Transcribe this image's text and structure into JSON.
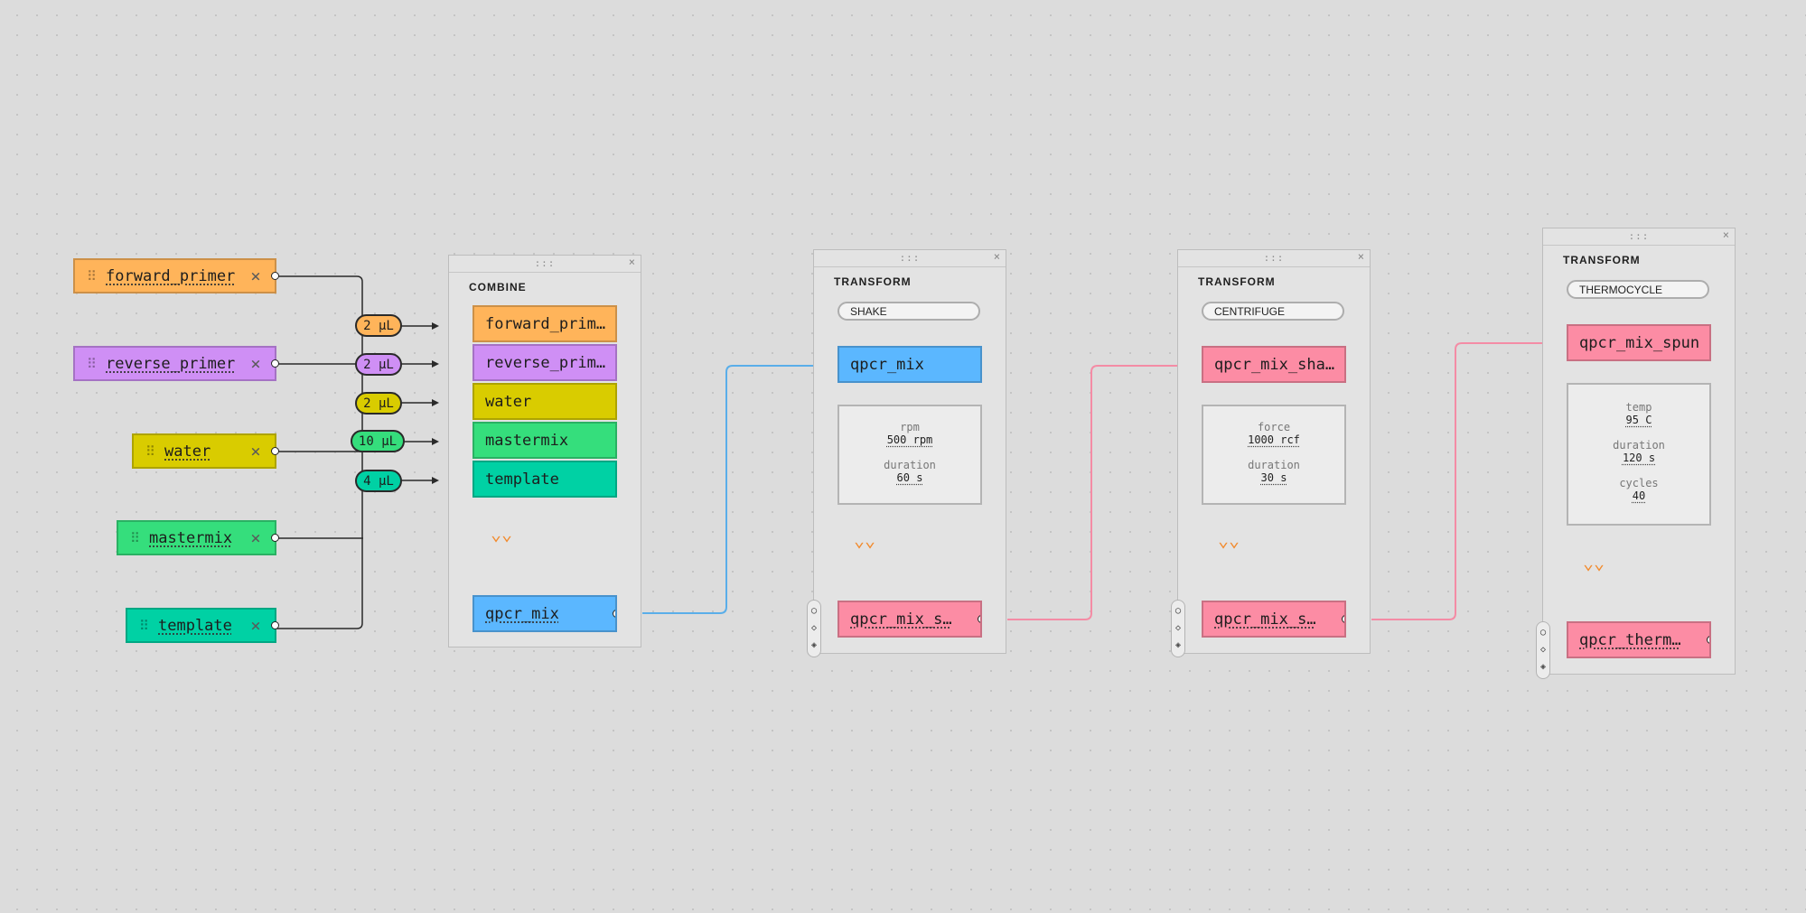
{
  "colors": {
    "forward_primer": "#ffb45a",
    "reverse_primer": "#cf8ff5",
    "water": "#d9cc00",
    "mastermix": "#35de7c",
    "template": "#00d1a4",
    "qpcr_blue": "#5bb7ff",
    "qpcr_pink": "#fc8ca4",
    "wire_blue": "#5aaee9",
    "wire_pink": "#f48ca5",
    "accent_orange": "#f28a2c"
  },
  "icons": {
    "grip": "drag-grip-icon",
    "close": "close-icon",
    "port": "output-port-icon",
    "chevron": "double-chevron-down-icon"
  },
  "ingredients": [
    {
      "name": "forward_primer",
      "close": "×"
    },
    {
      "name": "reverse_primer",
      "close": "×"
    },
    {
      "name": "water",
      "close": "×"
    },
    {
      "name": "mastermix",
      "close": "×"
    },
    {
      "name": "template",
      "close": "×"
    }
  ],
  "volumes": [
    "2 µL",
    "2 µL",
    "2 µL",
    "10 µL",
    "4 µL"
  ],
  "combine": {
    "type": "COMBINE",
    "inputs": [
      "forward_prim…",
      "reverse_prim…",
      "water",
      "mastermix",
      "template"
    ],
    "output": "qpcr_mix"
  },
  "transforms": [
    {
      "type": "TRANSFORM",
      "mode": "SHAKE",
      "input": "qpcr_mix",
      "params": [
        {
          "label": "rpm",
          "value": "500 rpm"
        },
        {
          "label": "duration",
          "value": "60 s"
        }
      ],
      "output": "qpcr_mix_s…"
    },
    {
      "type": "TRANSFORM",
      "mode": "CENTRIFUGE",
      "input": "qpcr_mix_sha…",
      "params": [
        {
          "label": "force",
          "value": "1000 rcf"
        },
        {
          "label": "duration",
          "value": "30 s"
        }
      ],
      "output": "qpcr_mix_s…"
    },
    {
      "type": "TRANSFORM",
      "mode": "THERMOCYCLE",
      "input": "qpcr_mix_spun",
      "params": [
        {
          "label": "temp",
          "value": "95 C"
        },
        {
          "label": "duration",
          "value": "120 s"
        },
        {
          "label": "cycles",
          "value": "40"
        }
      ],
      "output": "qpcr_therm…"
    }
  ],
  "card_controls": {
    "drag": ":::",
    "close": "×",
    "chevron": "⌄⌄"
  }
}
